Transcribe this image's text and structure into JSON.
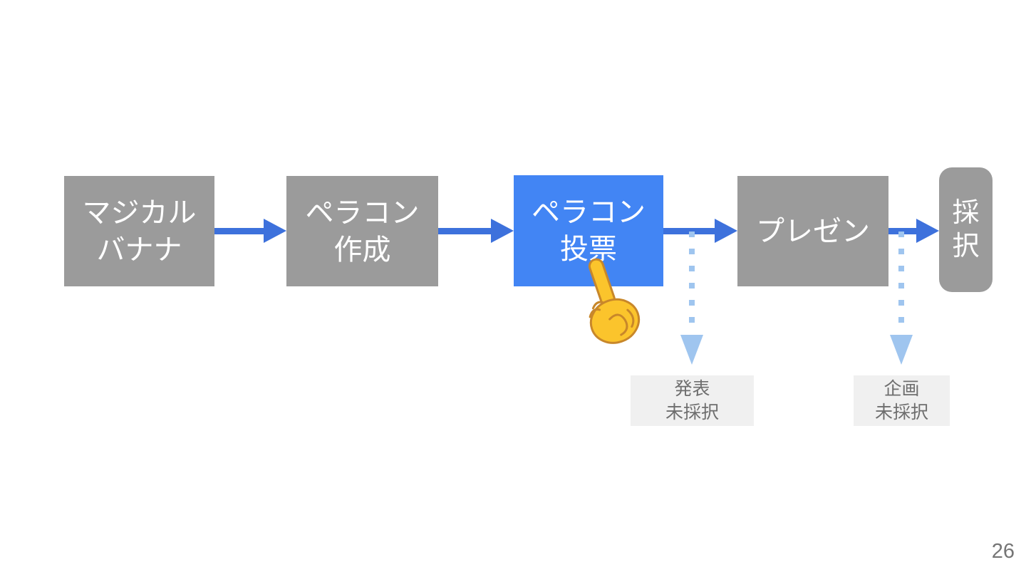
{
  "slide": {
    "page_number": "26",
    "colors": {
      "box_gray": "#9b9b9b",
      "box_blue": "#4285f4",
      "arrow_blue": "#3d71dc",
      "dotted_blue": "#9fc5ef",
      "label_bg": "#f0f0f0",
      "label_text": "#6e6e6e",
      "box_text": "#ffffff",
      "page_text": "#757575",
      "hand_fill": "#fbc42c",
      "hand_outline": "#c8872a"
    },
    "flow_steps": [
      {
        "id": "magical-banana",
        "lines": [
          "マジカル",
          "バナナ"
        ],
        "style": "gray"
      },
      {
        "id": "peracon-create",
        "lines": [
          "ペラコン",
          "作成"
        ],
        "style": "gray"
      },
      {
        "id": "peracon-vote",
        "lines": [
          "ペラコン",
          "投票"
        ],
        "style": "blue-highlight"
      },
      {
        "id": "presentation",
        "lines": [
          "プレゼン"
        ],
        "style": "gray"
      },
      {
        "id": "adoption",
        "lines": [
          "採",
          "択"
        ],
        "style": "gray-rounded"
      }
    ],
    "rejection_branches": [
      {
        "id": "presentation-rejected",
        "lines": [
          "発表",
          "未採択"
        ]
      },
      {
        "id": "plan-rejected",
        "lines": [
          "企画",
          "未採択"
        ]
      }
    ],
    "pointer": {
      "icon": "index-pointing-up-emoji",
      "points_at": "peracon-vote"
    }
  }
}
